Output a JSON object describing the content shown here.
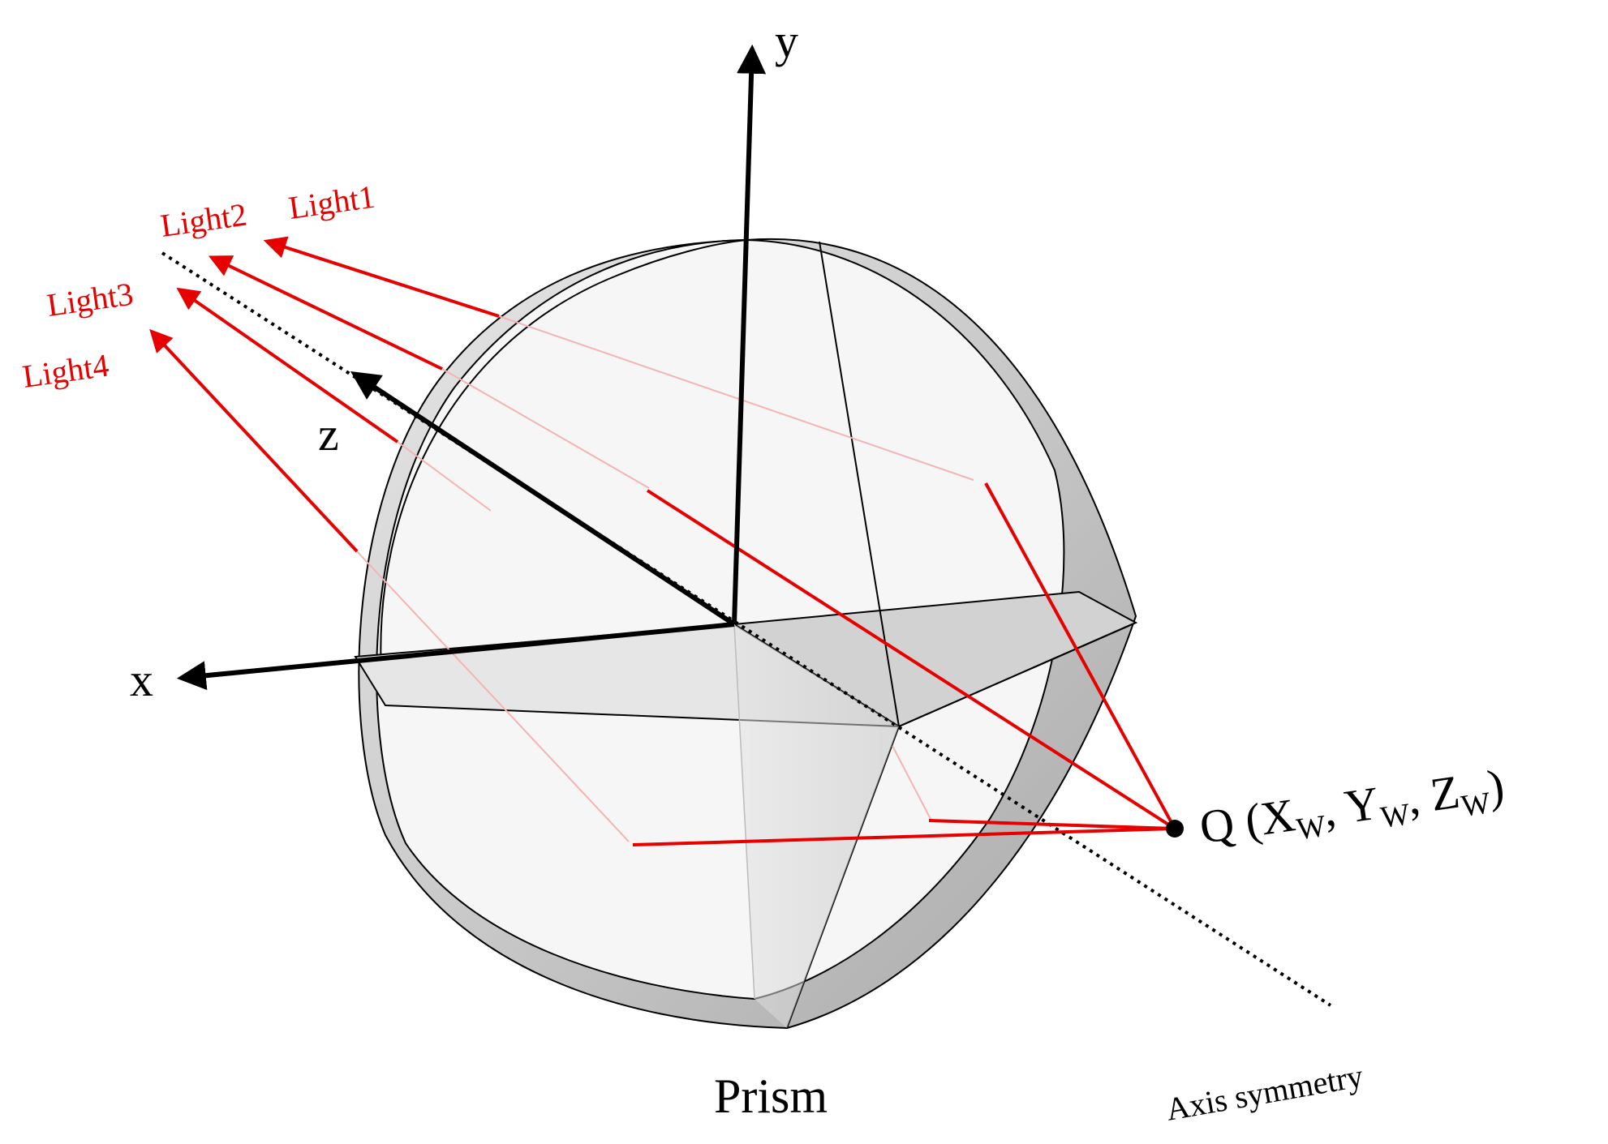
{
  "labels": {
    "axis_y": "y",
    "axis_x": "x",
    "axis_z": "z",
    "light1": "Light1",
    "light2": "Light2",
    "light3": "Light3",
    "light4": "Light4",
    "point_prefix": "Q (X",
    "point_sub1": "W",
    "point_sep1": ", Y",
    "point_sub2": "W",
    "point_sep2": ", Z",
    "point_sub3": "W",
    "point_suffix": ")",
    "prism": "Prism",
    "axis_symmetry": "Axis symmetry"
  },
  "colors": {
    "ray": "#e60000",
    "axis": "#000000",
    "prism_face": "#f7f7f7",
    "prism_shade": "#cfcfcf"
  }
}
